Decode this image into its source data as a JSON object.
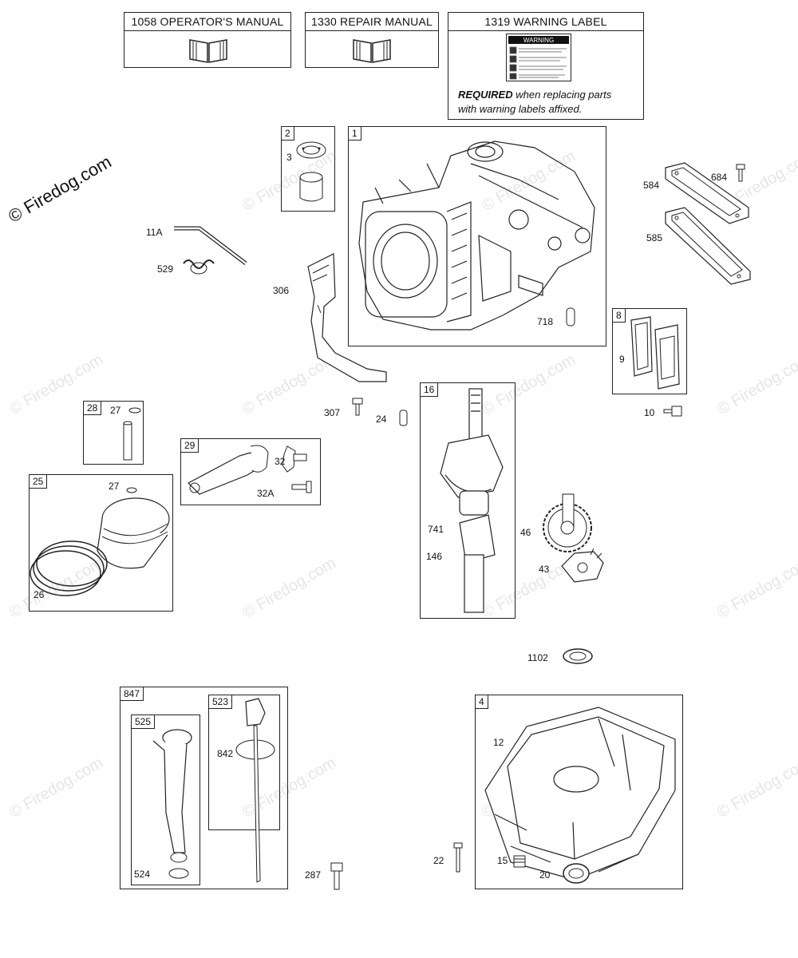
{
  "watermark": "© Firedog.com",
  "header_boxes": [
    {
      "title": "1058 OPERATOR'S MANUAL"
    },
    {
      "title": "1330 REPAIR MANUAL"
    },
    {
      "title": "1319 WARNING LABEL",
      "note_bold": "REQUIRED",
      "note_rest": " when replacing parts",
      "note_line2": "with warning labels affixed.",
      "label_heading": "WARNING"
    }
  ],
  "group_tags": {
    "g1": "1",
    "g2": "2",
    "g8": "8",
    "g16": "16",
    "g28": "28",
    "g29": "29",
    "g25": "25",
    "g847": "847",
    "g525": "525",
    "g523": "523",
    "g4": "4"
  },
  "part_labels": {
    "p3": "3",
    "p11a": "11A",
    "p529": "529",
    "p306": "306",
    "p718": "718",
    "p584": "584",
    "p684": "684",
    "p585": "585",
    "p9": "9",
    "p10": "10",
    "p307": "307",
    "p24": "24",
    "p27a": "27",
    "p27b": "27",
    "p32": "32",
    "p32a": "32A",
    "p26": "26",
    "p741": "741",
    "p146": "146",
    "p46": "46",
    "p43": "43",
    "p1102": "1102",
    "p842": "842",
    "p524": "524",
    "p287": "287",
    "p12": "12",
    "p22": "22",
    "p15": "15",
    "p20": "20"
  }
}
